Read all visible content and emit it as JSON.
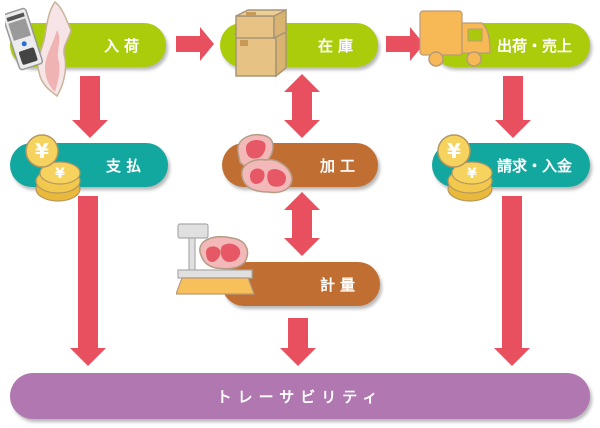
{
  "diagram": {
    "title": "Traceability workflow",
    "nodes": {
      "nyuka": {
        "label": "入荷",
        "icon": "handheld-scanner-and-meat-icon"
      },
      "zaiko": {
        "label": "在庫",
        "icon": "cardboard-boxes-icon"
      },
      "shukka": {
        "label": "出荷・売上",
        "icon": "delivery-truck-icon"
      },
      "shiharai": {
        "label": "支払",
        "icon": "yen-coins-icon"
      },
      "kako": {
        "label": "加工",
        "icon": "meat-cuts-icon"
      },
      "seikyu": {
        "label": "請求・入金",
        "icon": "yen-coins-icon"
      },
      "keiryo": {
        "label": "計量",
        "icon": "weighing-scale-icon"
      },
      "traceability": {
        "label": "トレーサビリティ"
      }
    },
    "edges": [
      {
        "from": "入荷",
        "to": "在庫",
        "type": "one-way"
      },
      {
        "from": "在庫",
        "to": "出荷・売上",
        "type": "one-way"
      },
      {
        "from": "入荷",
        "to": "支払",
        "type": "one-way"
      },
      {
        "from": "在庫",
        "to": "加工",
        "type": "two-way"
      },
      {
        "from": "出荷・売上",
        "to": "請求・入金",
        "type": "one-way"
      },
      {
        "from": "加工",
        "to": "計量",
        "type": "two-way"
      },
      {
        "from": "支払",
        "to": "トレーサビリティ",
        "type": "one-way"
      },
      {
        "from": "計量",
        "to": "トレーサビリティ",
        "type": "one-way"
      },
      {
        "from": "請求・入金",
        "to": "トレーサビリティ",
        "type": "one-way"
      }
    ],
    "colors": {
      "green": "#aacc0a",
      "teal": "#12a8a0",
      "brown": "#c06e32",
      "purple": "#b077b0",
      "arrow": "#e8505f"
    }
  }
}
